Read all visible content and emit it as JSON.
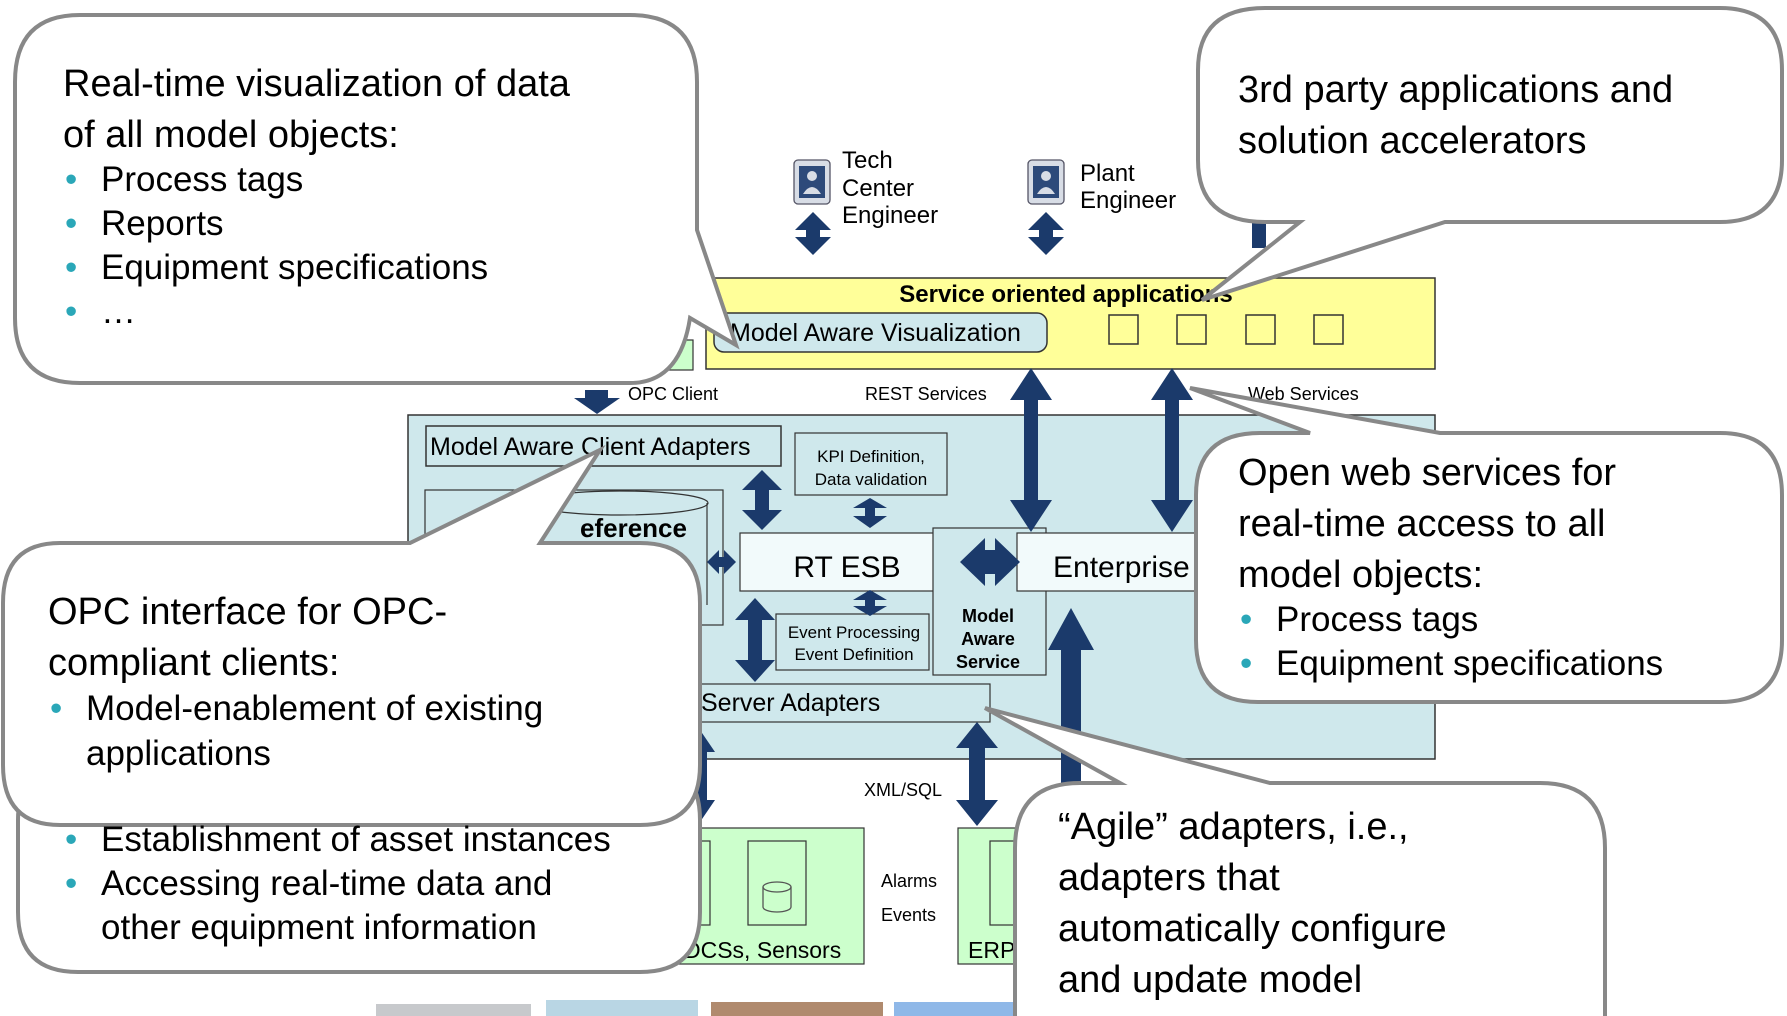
{
  "colors": {
    "service_bar_fill": "#ffff99",
    "middleware_fill": "#cfe8ec",
    "green_box_fill": "#ccffcc",
    "arrow_color": "#1b3a6b",
    "callout_border": "#888888",
    "bullet_color": "#2aa7b8"
  },
  "icons": [
    "user-icon",
    "database-icon"
  ],
  "users": [
    {
      "label_lines": [
        "Tech",
        "Center",
        "Engineer"
      ]
    },
    {
      "label_lines": [
        "Plant",
        "Engineer"
      ]
    }
  ],
  "architecture": {
    "service_bar_title": "Service oriented applications",
    "model_aware_visualization": "Model Aware Visualization",
    "opc_client": "OPC Client",
    "rest_services": "REST Services",
    "web_services": "Web Services",
    "model_aware_client_adapters": "Model Aware Client Adapters",
    "kpi_lines": [
      "KPI Definition,",
      "Data validation"
    ],
    "reference_partial": "eference",
    "rt_esb": "RT ESB",
    "enterprise_partial": "Enterprise",
    "model_aware_service_lines": [
      "Model",
      "Aware",
      "Service"
    ],
    "event_lines": [
      "Event Processing",
      "Event Definition"
    ],
    "server_adapters": "Server Adapters",
    "xml_sql": "XML/SQL",
    "alarms": "Alarms",
    "events": "Events",
    "dcs_sensors_partial": "DCSs, Sensors",
    "erp_partial": "ERP"
  },
  "callouts": {
    "visualization": {
      "text_lines": [
        "Real-time visualization of data",
        "of all model objects:"
      ],
      "bullets": [
        "Process tags",
        "Reports",
        "Equipment specifications",
        "…"
      ]
    },
    "third_party": {
      "text_lines": [
        "3rd party applications and",
        "solution accelerators"
      ]
    },
    "web_services": {
      "text_lines": [
        "Open web services for",
        "real-time access to all",
        "model objects:"
      ],
      "bullets": [
        "Process tags",
        "Equipment specifications"
      ]
    },
    "opc": {
      "text_lines": [
        "OPC interface for OPC-",
        "compliant clients:"
      ],
      "bullets": [
        "Model-enablement of existing",
        "applications"
      ]
    },
    "assets": {
      "bullets": [
        "Establishment of asset instances",
        "Accessing real-time data and"
      ],
      "continuation": "other equipment information"
    },
    "agile": {
      "text_lines": [
        "“Agile” adapters, i.e.,",
        "adapters that",
        "automatically configure",
        "and update model"
      ]
    }
  }
}
